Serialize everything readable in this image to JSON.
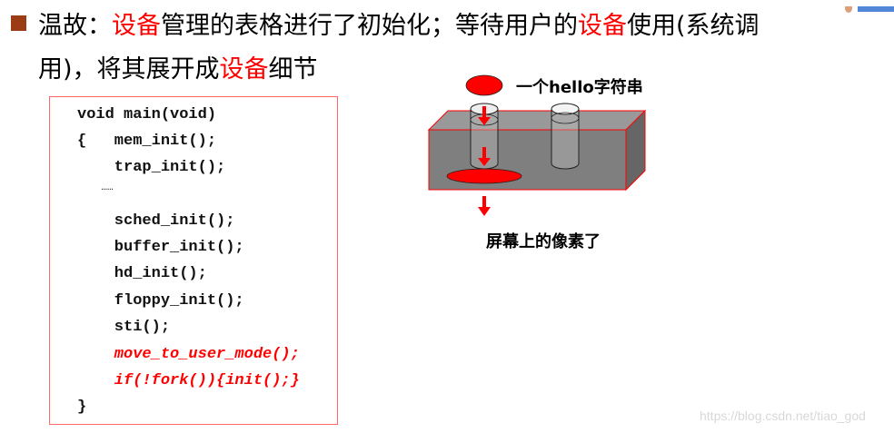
{
  "header": {
    "line1": {
      "prefix": "温故：",
      "highlight1": "设备",
      "middle": "管理的表格进行了初始化；等待用户的",
      "highlight2": "设备",
      "suffix": "使用(系统调"
    },
    "line2": {
      "prefix": "用)，将其展开成",
      "highlight": "设备",
      "suffix": "细节"
    }
  },
  "code": {
    "lines": [
      "void main(void)",
      "{   mem_init();",
      "    trap_init();",
      "    ……",
      "    sched_init();",
      "    buffer_init();",
      "    hd_init();",
      "    floppy_init();",
      "    sti();",
      "    move_to_user_mode();",
      "    if(!fork()){init();}",
      "}"
    ]
  },
  "diagram": {
    "top_label": "一个hello字符串",
    "bottom_label": "屏幕上的像素了",
    "colors": {
      "accent": "#ff0000",
      "box_front": "#7f7f7f",
      "box_top": "#999999",
      "box_side": "#666666"
    }
  },
  "watermark": "https://blog.csdn.net/tiao_god"
}
